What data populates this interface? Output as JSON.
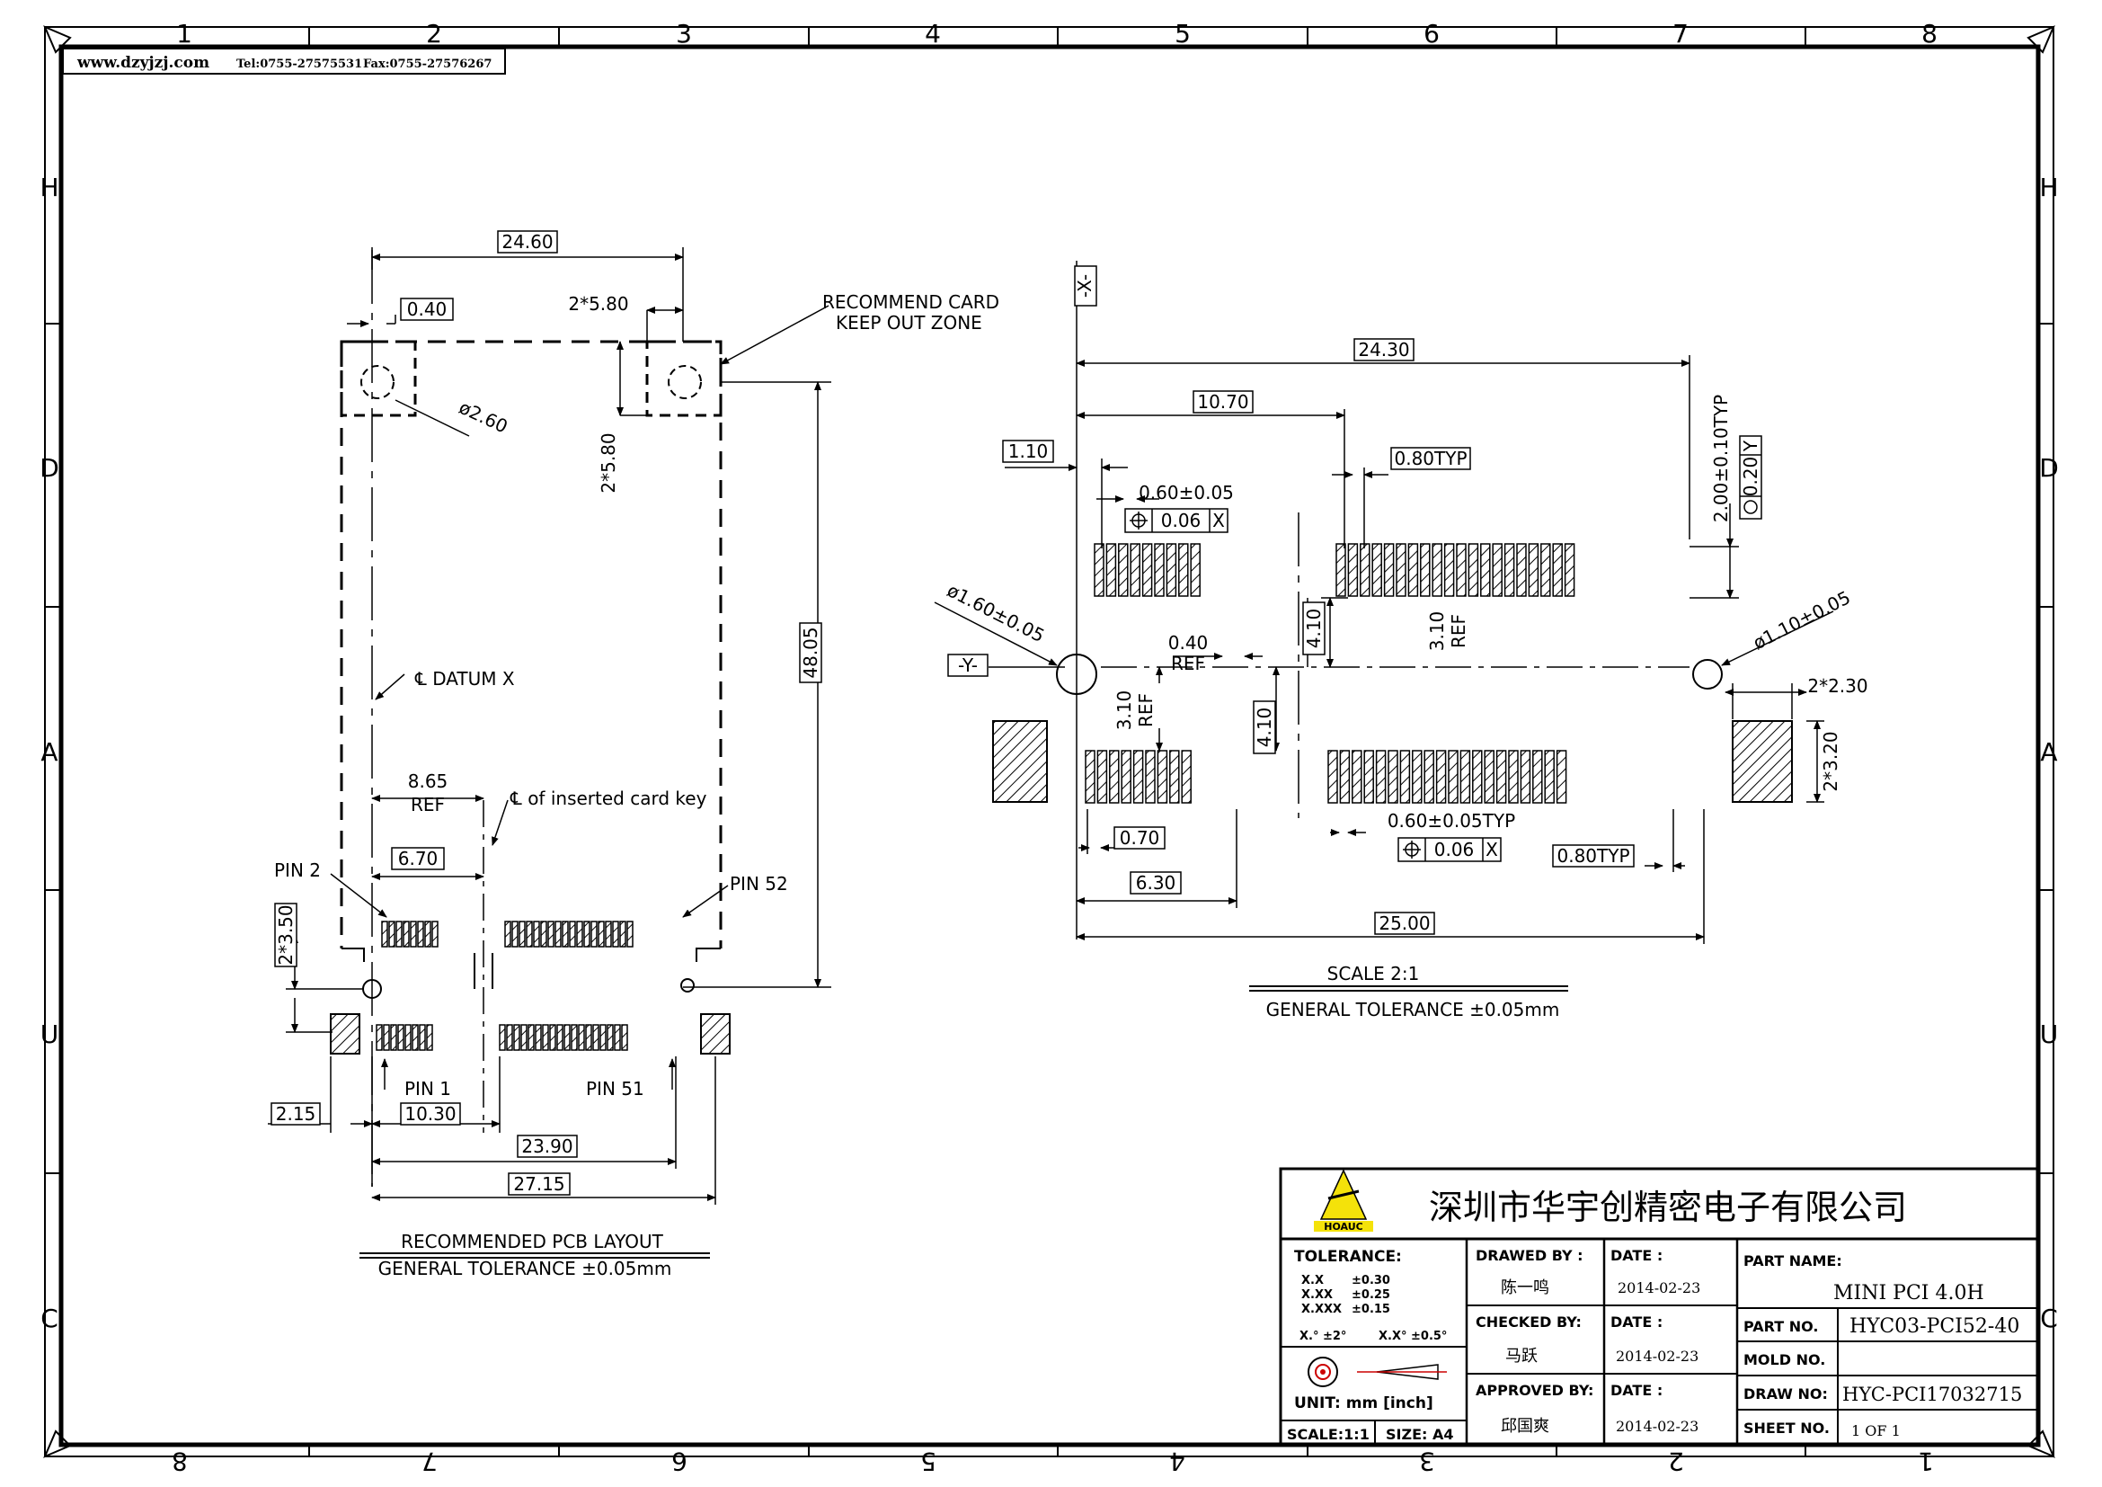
{
  "frame": {
    "top_numbers": [
      "1",
      "2",
      "3",
      "4",
      "5",
      "6",
      "7",
      "8"
    ],
    "bottom_numbers": [
      "8",
      "7",
      "6",
      "5",
      "4",
      "3",
      "2",
      "1"
    ],
    "side_letters": [
      "H",
      "D",
      "A",
      "U",
      "C"
    ],
    "website": "www.dzyjzj.com",
    "tel": "Tel:0755-27575531",
    "fax": "Fax:0755-27576267"
  },
  "pcb_layout": {
    "dims": {
      "w2460": "24.60",
      "d040": "0.40",
      "d2x580a": "2*5.80",
      "d2x580b": "2*5.80",
      "phi260": "ø2.60",
      "d4805": "48.05",
      "d865": "8.65",
      "ref": "REF",
      "d670": "6.70",
      "d2x350": "2*3.50",
      "d215": "2.15",
      "d1030": "10.30",
      "d2390": "23.90",
      "d2715": "27.15"
    },
    "labels": {
      "keepout1": "RECOMMEND  CARD",
      "keepout2": "KEEP  OUT  ZONE",
      "datum_x": "℄  DATUM  X",
      "card_key": "℄  of  inserted  card  key",
      "pin2": "PIN  2",
      "pin52": "PIN  52",
      "pin1": "PIN  1",
      "pin51": "PIN  51",
      "title1": "RECOMMENDED  PCB  LAYOUT",
      "title2": "GENERAL  TOLERANCE  ±0.05mm"
    }
  },
  "detail": {
    "dims": {
      "x_datum": "-X-",
      "y_datum": "-Y-",
      "d2430": "24.30",
      "d1070": "10.70",
      "d110": "1.10",
      "d080typ_a": "0.80TYP",
      "d060a": "0.60±0.05",
      "fcf_a_val": "0.06",
      "fcf_a_ref": "X",
      "d200": "2.00±0.10TYP",
      "fcf_v_val": "0.20",
      "fcf_v_ref": "Y",
      "phi160": "ø1.60±0.05",
      "phi110": "ø1.10±0.05",
      "d040": "0.40",
      "ref": "REF",
      "d310a": "3.10",
      "d310b": "3.10",
      "d410a": "4.10",
      "d410b": "4.10",
      "d2x230": "2*2.30",
      "d2x320": "2*3.20",
      "d070": "0.70",
      "d060b": "0.60±0.05TYP",
      "fcf_b_val": "0.06",
      "fcf_b_ref": "X",
      "d080typ_b": "0.80TYP",
      "d630": "6.30",
      "d2500": "25.00"
    },
    "scale": "SCALE  2:1",
    "tolerance": "GENERAL  TOLERANCE  ±0.05mm"
  },
  "title_block": {
    "company": "深圳市华宇创精密电子有限公司",
    "logo_text": "HOAUC",
    "tolerance_label": "TOLERANCE:",
    "tol_rows": [
      {
        "k": "X.X",
        "v": "±0.30"
      },
      {
        "k": "X.XX",
        "v": "±0.25"
      },
      {
        "k": "X.XXX",
        "v": "±0.15"
      }
    ],
    "angle_tol_1": "X.°  ±2°",
    "angle_tol_2": "X.X°  ±0.5°",
    "unit": "UNIT:  mm  [inch]",
    "scale": "SCALE:1:1",
    "size": "SIZE:  A4",
    "drawed_by_label": "DRAWED  BY  :",
    "drawed_by": "陈一鸣",
    "checked_by_label": "CHECKED  BY:",
    "checked_by": "马跃",
    "approved_by_label": "APPROVED  BY:",
    "approved_by": "邱国爽",
    "date_label": "DATE  :",
    "date1": "2014-02-23",
    "date2": "2014-02-23",
    "date3": "2014-02-23",
    "part_name_label": "PART  NAME:",
    "part_name": "MINI  PCI  4.0H",
    "part_no_label": "PART  NO.",
    "part_no": "HYC03-PCI52-40",
    "mold_no_label": "MOLD  NO.",
    "mold_no": "",
    "draw_no_label": "DRAW  NO:",
    "draw_no": "HYC-PCI17032715",
    "sheet_no_label": "SHEET  NO.",
    "sheet_no": "1  OF  1"
  },
  "colors": {
    "line": "#000000",
    "paper": "#ffffff"
  }
}
